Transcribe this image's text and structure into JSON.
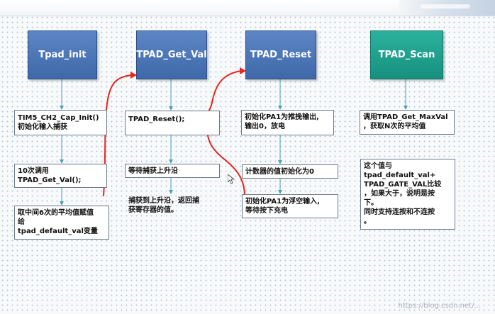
{
  "headers": {
    "tpad_init": "Tpad_init",
    "tpad_get_val": "TPAD_Get_Val",
    "tpad_reset": "TPAD_Reset",
    "tpad_scan": "TPAD_Scan"
  },
  "col1": {
    "box1_line1": "TIM5_CH2_Cap_Init()",
    "box1_line2": "初始化输入捕获",
    "box2_line1": "10次调用",
    "box2_line2": "TPAD_Get_Val();",
    "box3_line1": "取中间6次的平均值赋值",
    "box3_line2": "给",
    "box3_line3": "tpad_default_val变量"
  },
  "col2": {
    "box1": "TPAD_Reset();",
    "box2": "等待捕获上升沿",
    "box3_line1": "捕获到上升沿，返回捕",
    "box3_line2": "获寄存器的值。"
  },
  "col3": {
    "box1_line1": "初始化PA1为推挽输出,",
    "box1_line2": "输出0，放电",
    "box2": "计数器的值初始化为0",
    "box3_line1": "初始化PA1为浮空输入,",
    "box3_line2": "等待按下充电"
  },
  "col4": {
    "box1_line1": "调用TPAD_Get_MaxVal",
    "box1_line2": "，获取N次的平均值",
    "note_line1": "这个值与",
    "note_line2": "tpad_default_val+",
    "note_line3": "TPAD_GATE_VAL比较",
    "note_line4": "，如果大于，说明是按",
    "note_line5": "下。",
    "note_line6": "同时支持连按和不连按",
    "note_line7": "。"
  },
  "watermark": "https://blog.csdn.net/..."
}
